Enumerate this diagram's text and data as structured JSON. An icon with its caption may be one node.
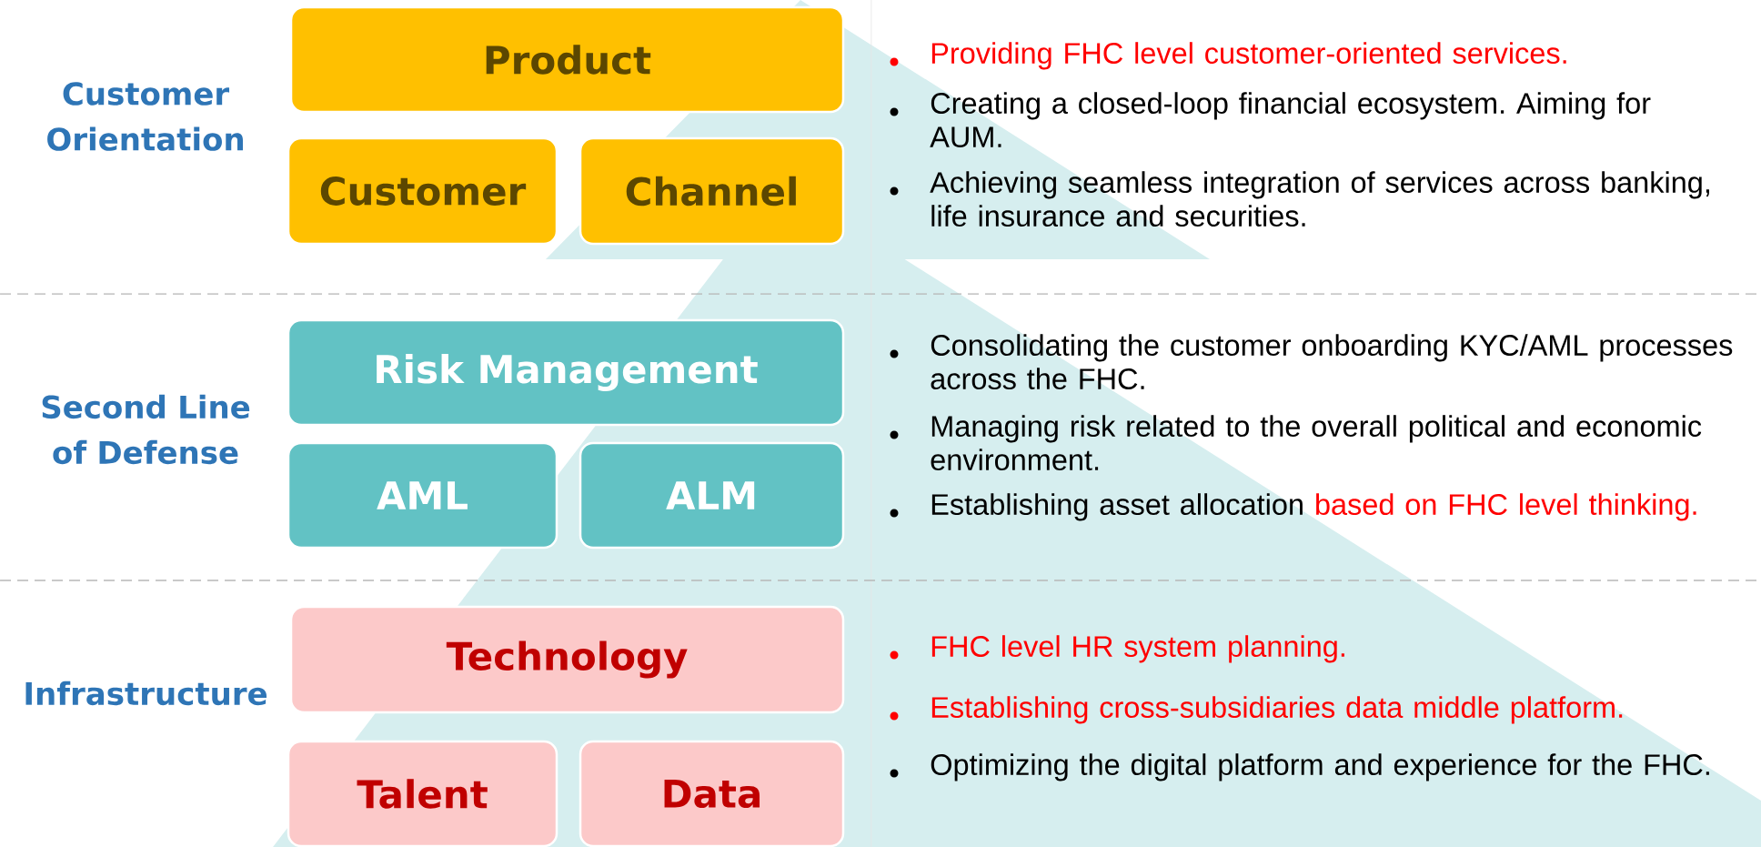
{
  "diagram": {
    "nodes": [
      {
        "text": [
          "Product"
        ]
      },
      {
        "text": [
          "Customer"
        ]
      },
      {
        "text": [
          "Channel"
        ]
      },
      {
        "text": [
          "Risk Management"
        ]
      },
      {
        "text": [
          "AML"
        ]
      },
      {
        "text": [
          "ALM"
        ]
      },
      {
        "text": [
          "Technology"
        ]
      },
      {
        "text": [
          "Talent"
        ]
      },
      {
        "text": [
          "Data"
        ]
      }
    ],
    "labels": [
      "Customer Orientation",
      "Second Line of Defense",
      "Infrastructure",
      "Providing FHC level customer-oriented services.",
      "Creating a closed-loop financial ecosystem. Aiming for AUM.",
      "Achieving seamless integration of services across banking, life insurance and securities.",
      "Consolidating the customer onboarding KYC/AML processes across the FHC.",
      "Managing risk related to the overall political and economic environment.",
      "Establishing asset allocation",
      "based on FHC level thinking.",
      "FHC level HR system planning.",
      "Establishing cross-subsidiaries data middle platform.",
      "Optimizing the digital platform and experience for the FHC."
    ]
  }
}
